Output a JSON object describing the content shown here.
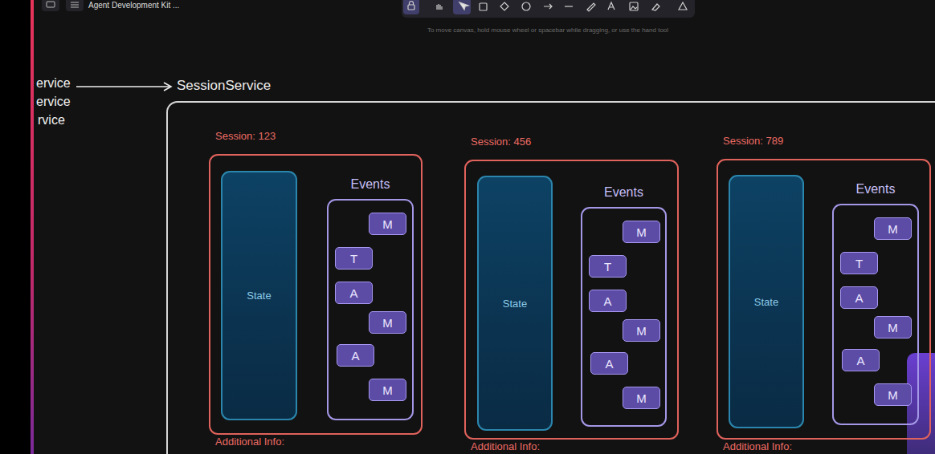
{
  "diagram": {
    "nodes": [
      {
        "text": [
          "SessionService"
        ]
      },
      {
        "text": [
          "Session: 123",
          "Additional Info:"
        ],
        "in": 0
      },
      {
        "text": [
          "State"
        ],
        "in": 1
      },
      {
        "text": [
          "Events"
        ],
        "in": 1
      },
      {
        "text": [
          "M"
        ],
        "in": 3
      },
      {
        "text": [
          "T"
        ],
        "in": 3
      },
      {
        "text": [
          "A"
        ],
        "in": 3
      },
      {
        "text": [
          "M"
        ],
        "in": 3
      },
      {
        "text": [
          "A"
        ],
        "in": 3
      },
      {
        "text": [
          "M"
        ],
        "in": 3
      },
      {
        "text": [
          "Session: 456",
          "Additional Info:"
        ],
        "in": 0
      },
      {
        "text": [
          "State"
        ],
        "in": 10
      },
      {
        "text": [
          "Events"
        ],
        "in": 10
      },
      {
        "text": [
          "M"
        ],
        "in": 12
      },
      {
        "text": [
          "T"
        ],
        "in": 12
      },
      {
        "text": [
          "A"
        ],
        "in": 12
      },
      {
        "text": [
          "M"
        ],
        "in": 12
      },
      {
        "text": [
          "A"
        ],
        "in": 12
      },
      {
        "text": [
          "M"
        ],
        "in": 12
      },
      {
        "text": [
          "Session: 789",
          "Additional Info:"
        ],
        "in": 0
      },
      {
        "text": [
          "State"
        ],
        "in": 19
      },
      {
        "text": [
          "Events"
        ],
        "in": 19
      },
      {
        "text": [
          "M"
        ],
        "in": 21
      },
      {
        "text": [
          "T"
        ],
        "in": 21
      },
      {
        "text": [
          "A"
        ],
        "in": 21
      },
      {
        "text": [
          "M"
        ],
        "in": 21
      },
      {
        "text": [
          "A"
        ],
        "in": 21
      },
      {
        "text": [
          "M"
        ],
        "in": 21
      }
    ],
    "labels": [
      "Agent Development Kit ...",
      "To move canvas, hold mouse wheel or spacebar while dragging, or use the hand tool",
      "ervice",
      "ervice",
      "rvice"
    ]
  }
}
